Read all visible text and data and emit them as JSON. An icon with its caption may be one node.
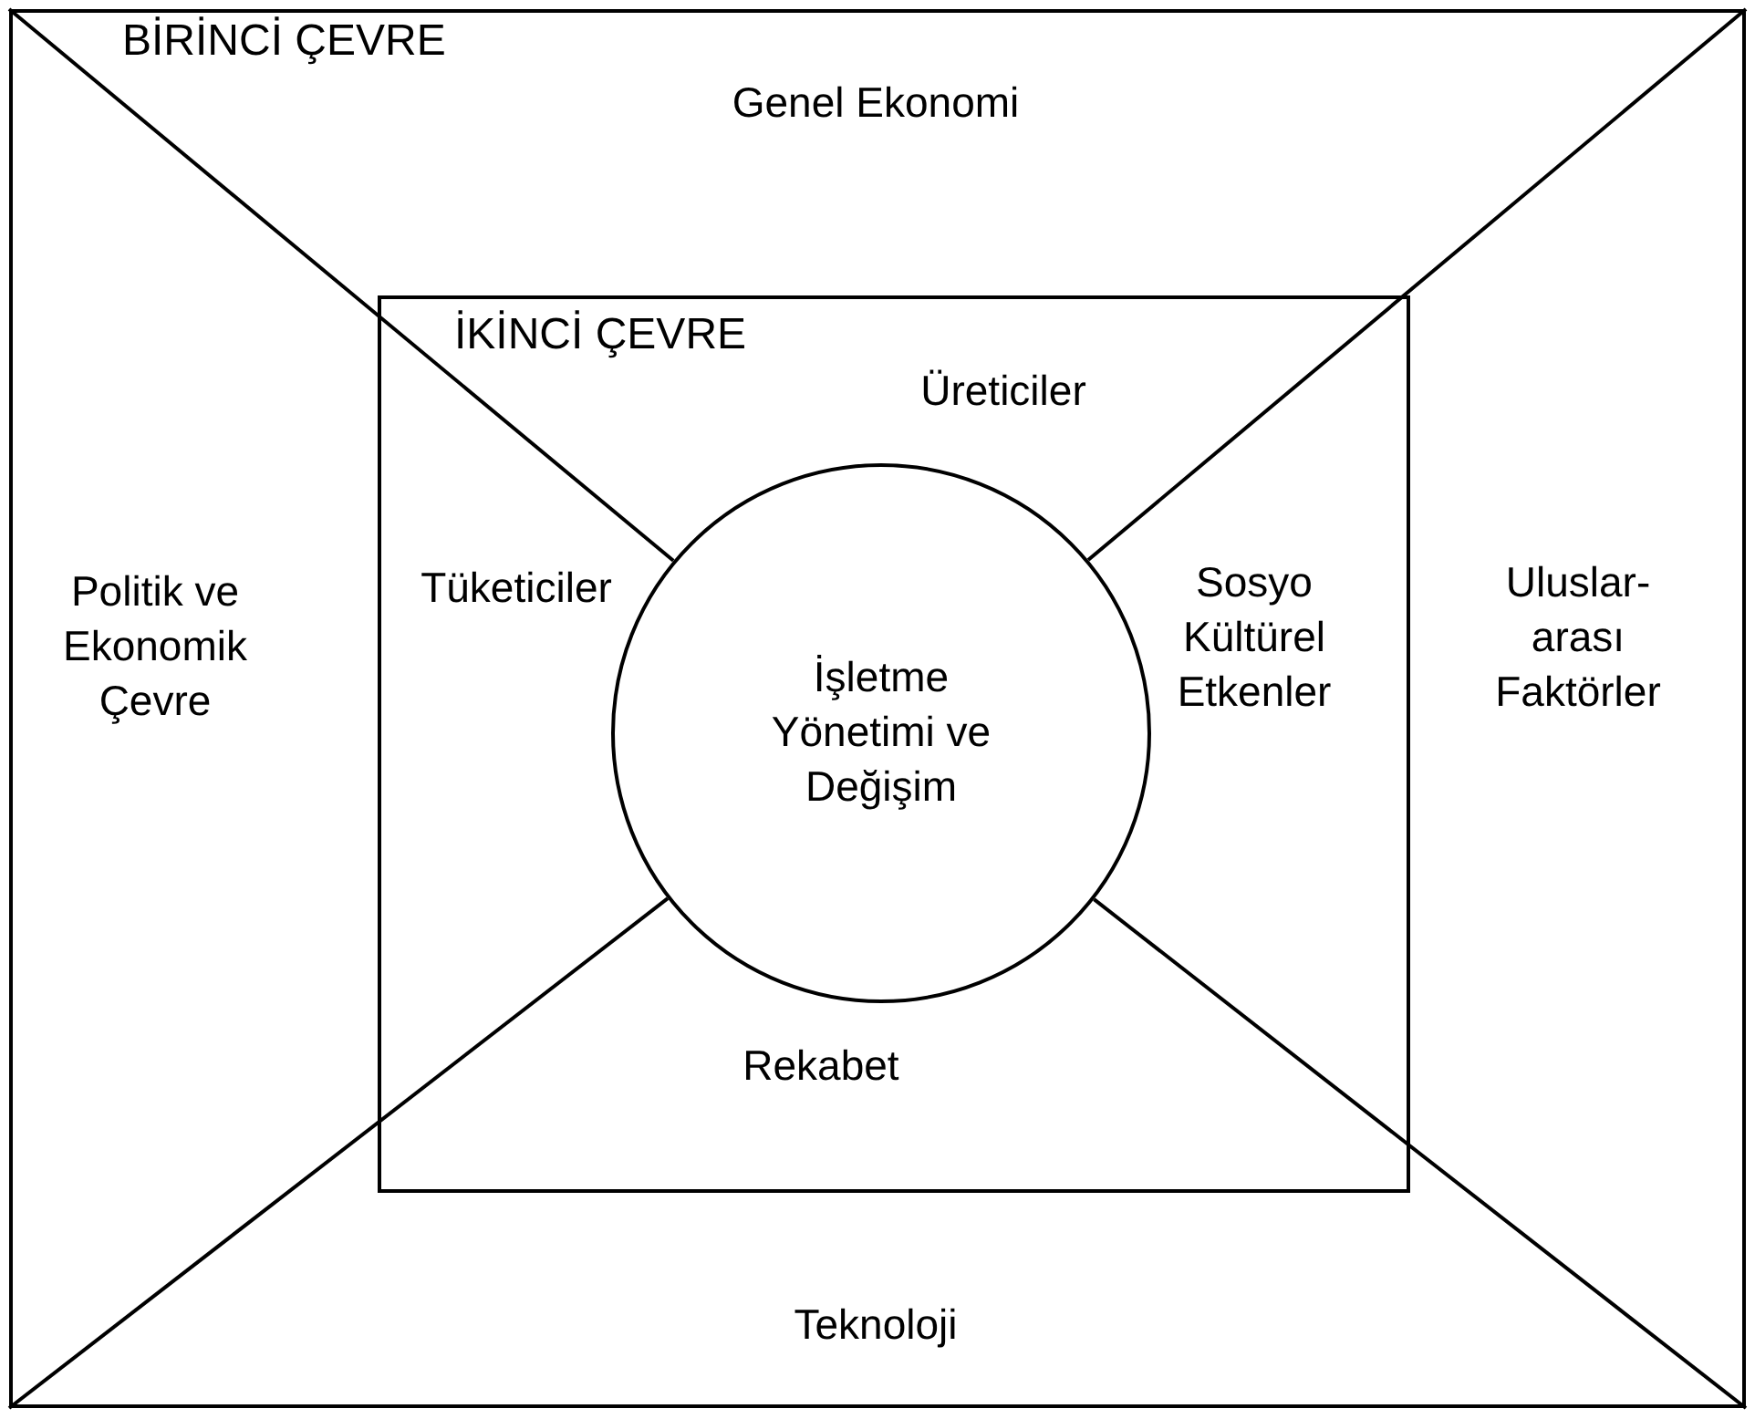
{
  "diagram": {
    "nodes": [
      {
        "text": [
          "BİRİNCİ ÇEVRE"
        ]
      },
      {
        "text": [
          "İKİNCİ ÇEVRE"
        ],
        "in": 0
      },
      {
        "text": [
          "İşletme Yönetimi ve Değişim"
        ],
        "in": 1
      }
    ],
    "edges": [
      {
        "from": 0,
        "to": 2,
        "arrow": "none"
      },
      {
        "from": 0,
        "to": 2,
        "arrow": "none"
      },
      {
        "from": 0,
        "to": 2,
        "arrow": "none"
      },
      {
        "from": 0,
        "to": 2,
        "arrow": "none"
      }
    ],
    "labels": [
      "Genel Ekonomi",
      "Üreticiler",
      "Politik ve Ekonomik Çevre",
      "Tüketiciler",
      "Sosyo Kültürel Etkenler",
      "Uluslar-arası Faktörler",
      "Rekabet",
      "Teknoloji"
    ]
  }
}
